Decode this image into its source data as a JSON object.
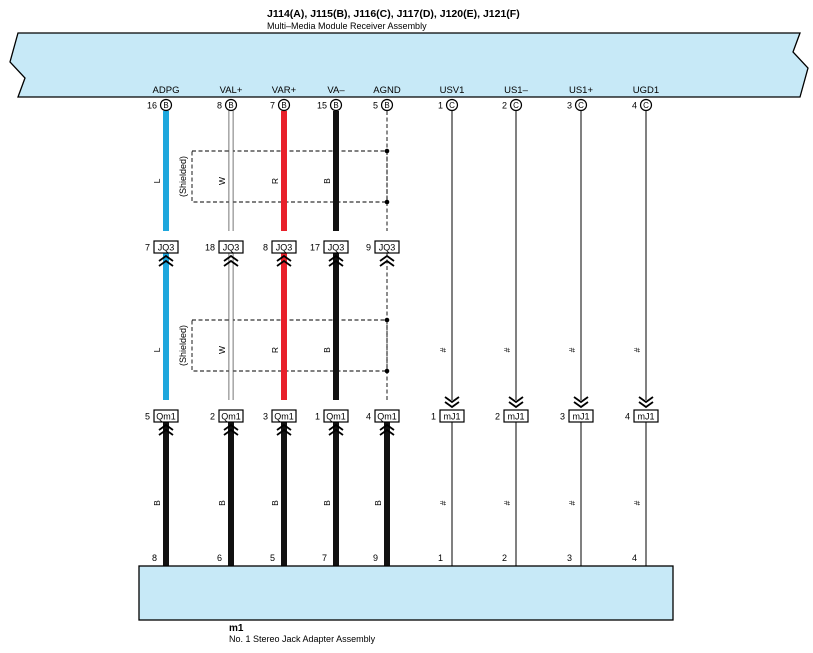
{
  "top_module": {
    "connectors": "J114(A), J115(B), J116(C), J117(D), J120(E), J121(F)",
    "name": "Multi–Media Module Receiver Assembly"
  },
  "bottom_module": {
    "id": "m1",
    "name": "No.  1 Stereo Jack Adapter Assembly"
  },
  "shield_label": "(Shielded)",
  "colors": {
    "module_fill": "#c7e9f7",
    "wire_blue": "#1ea7dd",
    "wire_red": "#e8202a",
    "wire_black": "#111111",
    "wire_white": "#ffffff"
  },
  "terminals": [
    {
      "name": "ADPG",
      "pin": "16",
      "conn": "B",
      "upper_color": "L",
      "upper_mid": {
        "pin": "7",
        "conn": "JQ3"
      },
      "lower_mid": {
        "pin": "5",
        "conn": "Qm1"
      },
      "lower_color": "B",
      "bottom_pin": "8"
    },
    {
      "name": "VAL+",
      "pin": "8",
      "conn": "B",
      "upper_color": "W",
      "upper_mid": {
        "pin": "18",
        "conn": "JQ3"
      },
      "lower_mid": {
        "pin": "2",
        "conn": "Qm1"
      },
      "lower_color": "B",
      "bottom_pin": "6"
    },
    {
      "name": "VAR+",
      "pin": "7",
      "conn": "B",
      "upper_color": "R",
      "upper_mid": {
        "pin": "8",
        "conn": "JQ3"
      },
      "lower_mid": {
        "pin": "3",
        "conn": "Qm1"
      },
      "lower_color": "B",
      "bottom_pin": "5"
    },
    {
      "name": "VA–",
      "pin": "15",
      "conn": "B",
      "upper_color": "B",
      "upper_mid": {
        "pin": "17",
        "conn": "JQ3"
      },
      "lower_mid": {
        "pin": "1",
        "conn": "Qm1"
      },
      "lower_color": "B",
      "bottom_pin": "7"
    },
    {
      "name": "AGND",
      "pin": "5",
      "conn": "B",
      "upper_color": "",
      "upper_mid": {
        "pin": "9",
        "conn": "JQ3"
      },
      "lower_mid": {
        "pin": "4",
        "conn": "Qm1"
      },
      "lower_color": "B",
      "bottom_pin": "9"
    },
    {
      "name": "USV1",
      "pin": "1",
      "conn": "C",
      "upper_color": "#",
      "upper_mid": null,
      "lower_mid": {
        "pin": "1",
        "conn": "mJ1"
      },
      "lower_color": "#",
      "bottom_pin": "1"
    },
    {
      "name": "US1–",
      "pin": "2",
      "conn": "C",
      "upper_color": "#",
      "upper_mid": null,
      "lower_mid": {
        "pin": "2",
        "conn": "mJ1"
      },
      "lower_color": "#",
      "bottom_pin": "2"
    },
    {
      "name": "US1+",
      "pin": "3",
      "conn": "C",
      "upper_color": "#",
      "upper_mid": null,
      "lower_mid": {
        "pin": "3",
        "conn": "mJ1"
      },
      "lower_color": "#",
      "bottom_pin": "3"
    },
    {
      "name": "UGD1",
      "pin": "4",
      "conn": "C",
      "upper_color": "#",
      "upper_mid": null,
      "lower_mid": {
        "pin": "4",
        "conn": "mJ1"
      },
      "lower_color": "#",
      "bottom_pin": "4"
    }
  ]
}
